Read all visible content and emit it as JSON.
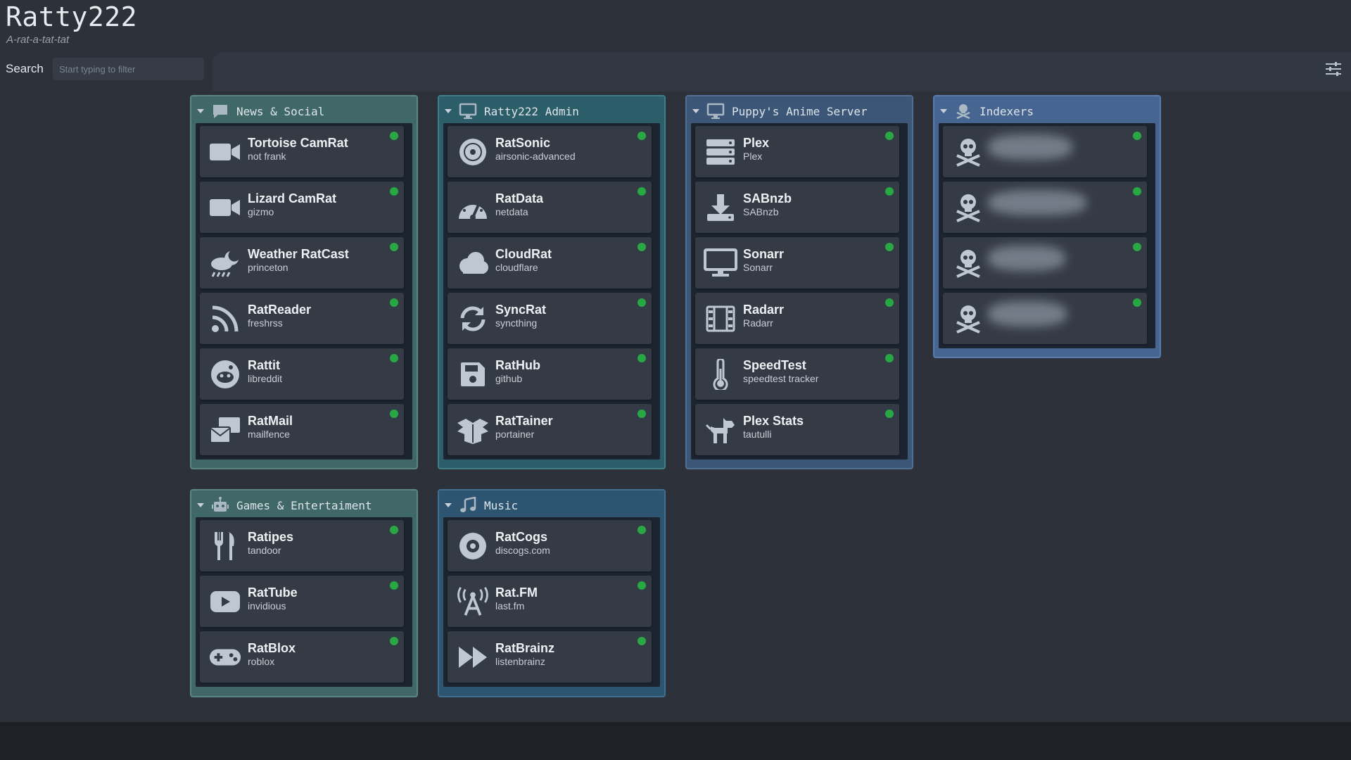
{
  "header": {
    "title": "Ratty222",
    "subtitle": "A-rat-a-tat-tat"
  },
  "search": {
    "label": "Search",
    "placeholder": "Start typing to filter"
  },
  "sections": {
    "news": {
      "title": "News & Social",
      "icon": "comment-icon",
      "items": [
        {
          "title": "Tortoise CamRat",
          "subtitle": "not frank",
          "icon": "video-camera-icon",
          "status": "online"
        },
        {
          "title": "Lizard CamRat",
          "subtitle": "gizmo",
          "icon": "video-camera-icon",
          "status": "online"
        },
        {
          "title": "Weather RatCast",
          "subtitle": "princeton",
          "icon": "cloud-moon-rain-icon",
          "status": "online"
        },
        {
          "title": "RatReader",
          "subtitle": "freshrss",
          "icon": "rss-icon",
          "status": "online"
        },
        {
          "title": "Rattit",
          "subtitle": "libreddit",
          "icon": "reddit-icon",
          "status": "online"
        },
        {
          "title": "RatMail",
          "subtitle": "mailfence",
          "icon": "mail-bulk-icon",
          "status": "online"
        }
      ]
    },
    "admin": {
      "title": "Ratty222 Admin",
      "icon": "monitor-icon",
      "items": [
        {
          "title": "RatSonic",
          "subtitle": "airsonic-advanced",
          "icon": "record-icon",
          "status": "online"
        },
        {
          "title": "RatData",
          "subtitle": "netdata",
          "icon": "gauge-icon",
          "status": "online"
        },
        {
          "title": "CloudRat",
          "subtitle": "cloudflare",
          "icon": "cloud-icon",
          "status": "online"
        },
        {
          "title": "SyncRat",
          "subtitle": "syncthing",
          "icon": "sync-icon",
          "status": "online"
        },
        {
          "title": "RatHub",
          "subtitle": "github",
          "icon": "floppy-disk-icon",
          "status": "online"
        },
        {
          "title": "RatTainer",
          "subtitle": "portainer",
          "icon": "box-open-icon",
          "status": "online"
        }
      ]
    },
    "puppy": {
      "title": "Puppy's Anime Server",
      "icon": "monitor-icon",
      "items": [
        {
          "title": "Plex",
          "subtitle": "Plex",
          "icon": "server-icon",
          "status": "online"
        },
        {
          "title": "SABnzb",
          "subtitle": "SABnzb",
          "icon": "download-icon",
          "status": "online"
        },
        {
          "title": "Sonarr",
          "subtitle": "Sonarr",
          "icon": "desktop-icon",
          "status": "online"
        },
        {
          "title": "Radarr",
          "subtitle": "Radarr",
          "icon": "film-icon",
          "status": "online"
        },
        {
          "title": "SpeedTest",
          "subtitle": "speedtest tracker",
          "icon": "thermometer-icon",
          "status": "online"
        },
        {
          "title": "Plex Stats",
          "subtitle": "tautulli",
          "icon": "dog-icon",
          "status": "online"
        }
      ]
    },
    "indexers": {
      "title": "Indexers",
      "icon": "skull-crossbones-icon",
      "items": [
        {
          "icon": "skull-crossbones-icon",
          "status": "online"
        },
        {
          "icon": "skull-crossbones-icon",
          "status": "online"
        },
        {
          "icon": "skull-crossbones-icon",
          "status": "online"
        },
        {
          "icon": "skull-crossbones-icon",
          "status": "online"
        }
      ]
    },
    "games": {
      "title": "Games & Entertaiment",
      "icon": "robot-icon",
      "items": [
        {
          "title": "Ratipes",
          "subtitle": "tandoor",
          "icon": "utensils-icon",
          "status": "online"
        },
        {
          "title": "RatTube",
          "subtitle": "invidious",
          "icon": "youtube-icon",
          "status": "online"
        },
        {
          "title": "RatBlox",
          "subtitle": "roblox",
          "icon": "gamepad-icon",
          "status": "online"
        }
      ]
    },
    "music": {
      "title": "Music",
      "icon": "music-icon",
      "items": [
        {
          "title": "RatCogs",
          "subtitle": "discogs.com",
          "icon": "record-vinyl-icon",
          "status": "online"
        },
        {
          "title": "Rat.FM",
          "subtitle": "last.fm",
          "icon": "broadcast-tower-icon",
          "status": "online"
        },
        {
          "title": "RatBrainz",
          "subtitle": "listenbrainz",
          "icon": "fast-forward-icon",
          "status": "online"
        }
      ]
    }
  },
  "colors": {
    "status_online": "#28a745",
    "background": "#2c313a",
    "card": "#353b45"
  }
}
